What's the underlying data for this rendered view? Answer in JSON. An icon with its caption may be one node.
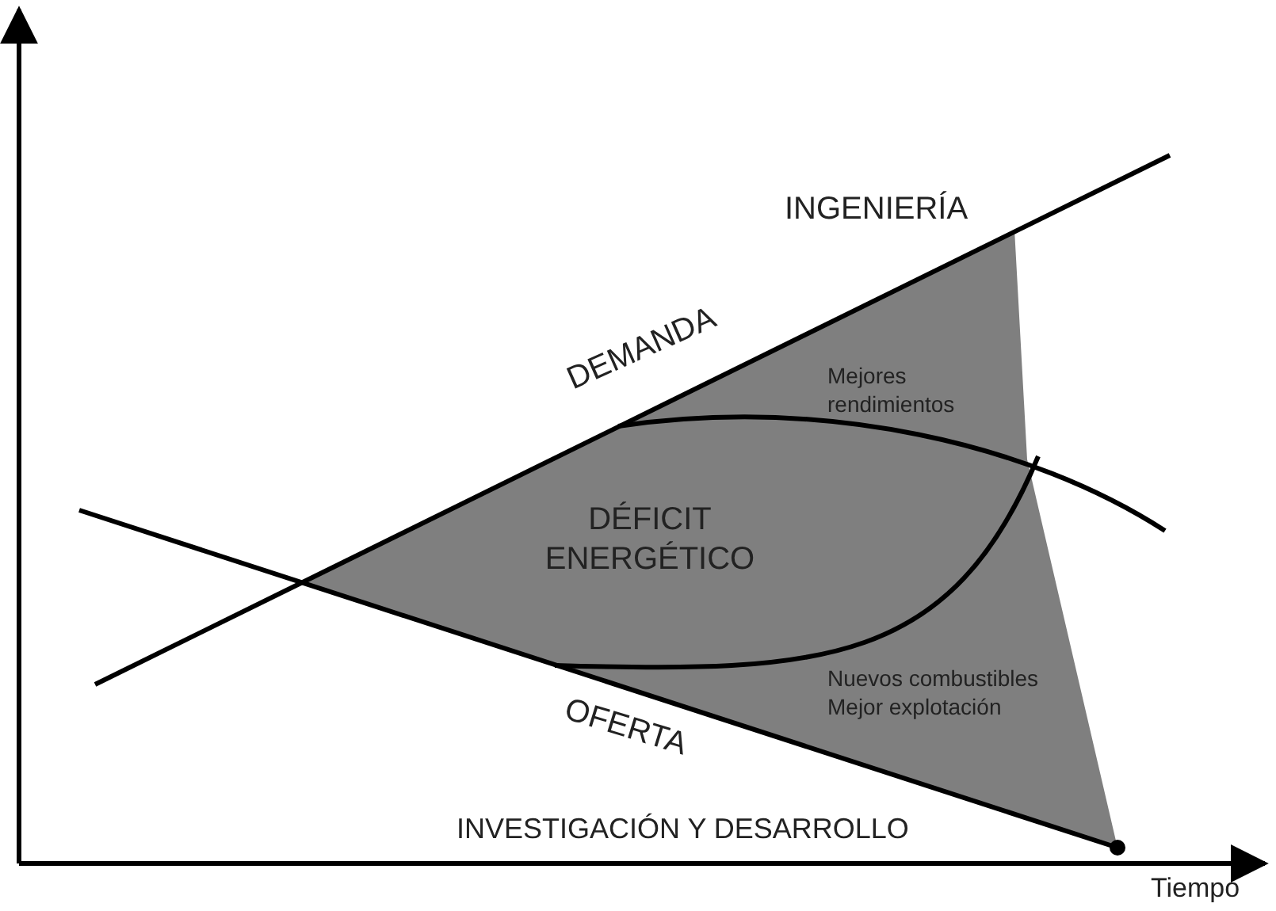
{
  "diagram": {
    "labels": [
      "INGENIERÍA",
      "DEMANDA",
      "Mejores rendimientos",
      "DÉFICIT ENERGÉTICO",
      "Nuevos combustibles Mejor explotación",
      "OFERTA",
      "INVESTIGACIÓN Y DESARROLLO",
      "Tiempo"
    ]
  }
}
